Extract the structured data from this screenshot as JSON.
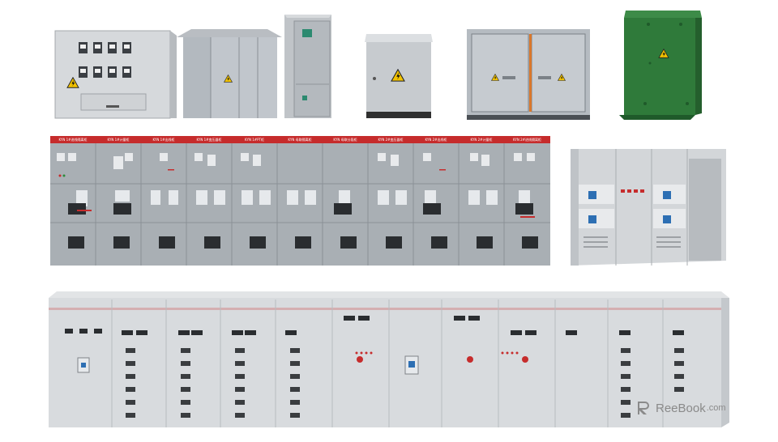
{
  "colors": {
    "panel_grey": "#a9afb4",
    "panel_light": "#d9dcdf",
    "accent_red": "#c62c2c",
    "cabinet_green": "#2f7a3a",
    "warning_yellow": "#f2c200",
    "watermark_grey": "#8a8a8a"
  },
  "icons": [
    "warning-triangle-icon",
    "reelbook-logo-icon"
  ],
  "hv_switchgear": {
    "headers": [
      "KYN 1#进线隔离柜",
      "KYN 1#计量柜",
      "KYN 1#出线柜",
      "KYN 1#变压器柜",
      "KYN 1#PT柜",
      "KYN 母联隔离柜",
      "KYN 母联分段柜",
      "KYN 2#变压器柜",
      "KYN 2#出线柜",
      "KYN 2#计量柜",
      "KYN 2#进线隔离柜"
    ]
  },
  "watermark": {
    "text": "ReeBook",
    "domain": ".com"
  }
}
